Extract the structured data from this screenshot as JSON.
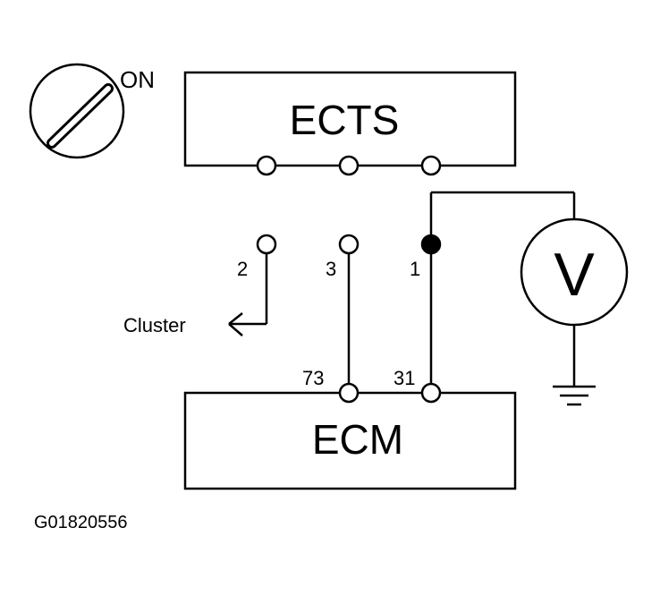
{
  "ignition": {
    "label": "ON"
  },
  "ects": {
    "label": "ECTS"
  },
  "ecm": {
    "label": "ECM"
  },
  "connector_pins": {
    "pin2": "2",
    "pin3": "3",
    "pin1": "1"
  },
  "ecm_pins": {
    "pin73": "73",
    "pin31": "31"
  },
  "cluster": {
    "label": "Cluster"
  },
  "voltmeter": {
    "label": "V"
  },
  "figure": {
    "code": "G01820556"
  }
}
